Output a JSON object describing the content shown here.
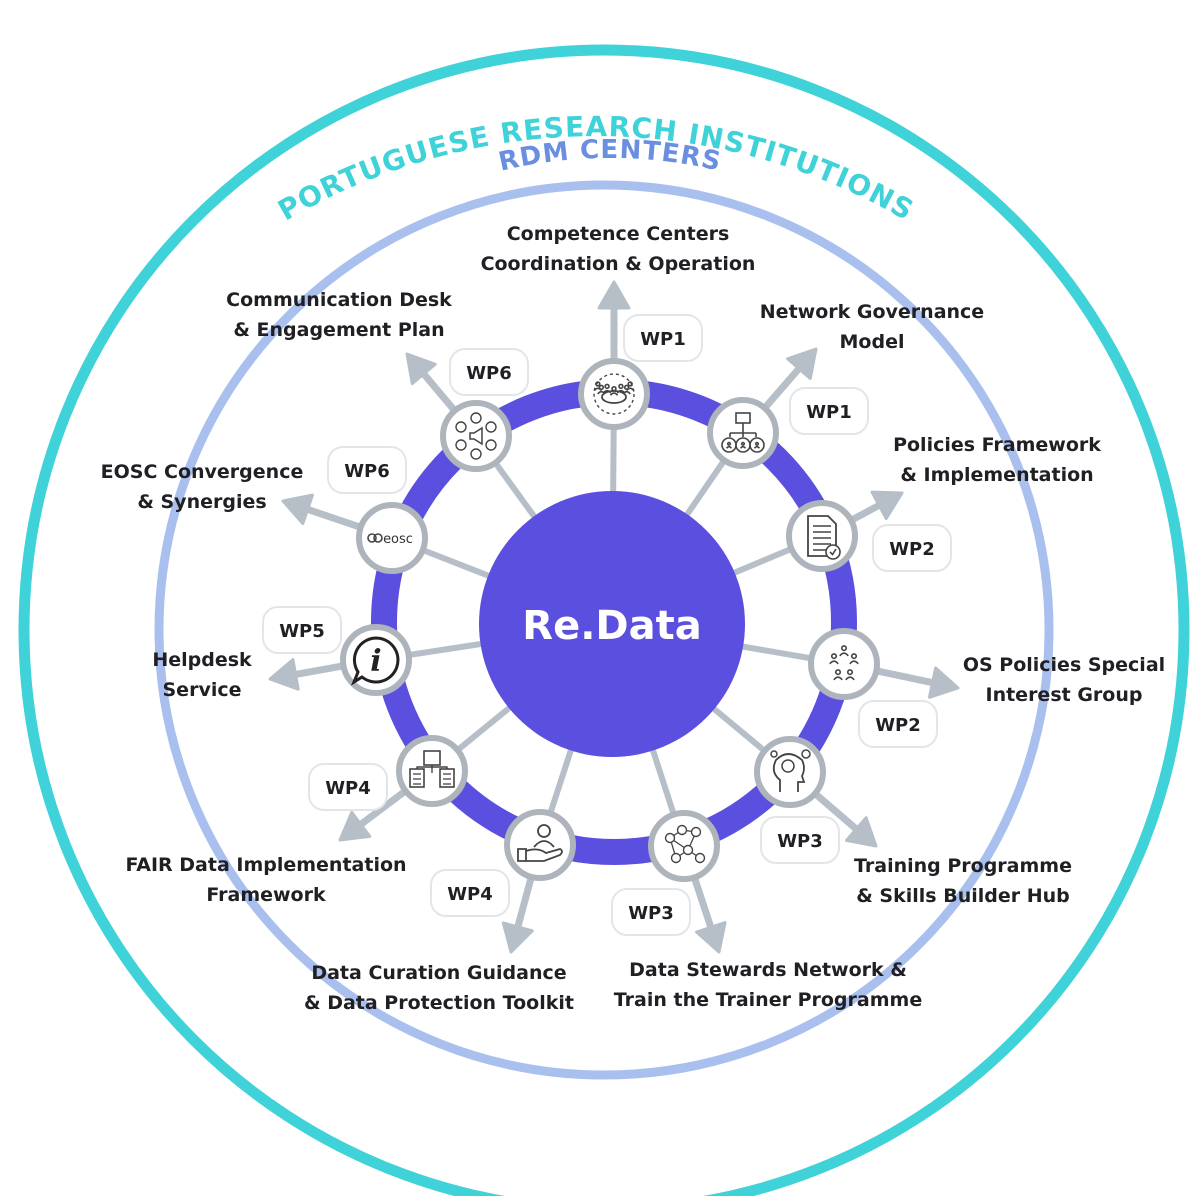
{
  "colors": {
    "outer_ring": "#3fd2d8",
    "inner_ring": "#a9c0ef",
    "network_ring": "#5b4fe0",
    "center": "#5b4fe0",
    "spoke": "#b6bec7",
    "node_border": "#aeb4bb",
    "label": "#1f1f24",
    "rdm_title": "#6a8fe0"
  },
  "outer": {
    "title": "PORTUGUESE RESEARCH INSTITUTIONS"
  },
  "inner": {
    "title": "RDM CENTERS"
  },
  "center": {
    "label": "Re.Data"
  },
  "nodes": [
    {
      "id": "n1",
      "icon": "meeting-table-icon",
      "wp": "WP1",
      "label_lines": [
        "Competence Centers",
        "Coordination & Operation"
      ]
    },
    {
      "id": "n2",
      "icon": "org-chart-icon",
      "wp": "WP1",
      "label_lines": [
        "Network Governance",
        "Model"
      ]
    },
    {
      "id": "n3",
      "icon": "policy-document-icon",
      "wp": "WP2",
      "label_lines": [
        "Policies Framework",
        "& Implementation"
      ]
    },
    {
      "id": "n4",
      "icon": "group-people-icon",
      "wp": "WP2",
      "label_lines": [
        "OS Policies Special",
        "Interest Group"
      ]
    },
    {
      "id": "n5",
      "icon": "head-ideas-icon",
      "wp": "WP3",
      "label_lines": [
        "Training Programme",
        "& Skills Builder Hub"
      ]
    },
    {
      "id": "n6",
      "icon": "network-people-icon",
      "wp": "WP3",
      "label_lines": [
        "Data Stewards Network &",
        "Train the Trainer Programme"
      ]
    },
    {
      "id": "n7",
      "icon": "hand-person-icon",
      "wp": "WP4",
      "label_lines": [
        "Data Curation Guidance",
        "& Data Protection Toolkit"
      ]
    },
    {
      "id": "n8",
      "icon": "data-checklist-icon",
      "wp": "WP4",
      "label_lines": [
        "FAIR Data Implementation",
        "Framework"
      ]
    },
    {
      "id": "n9",
      "icon": "info-bubble-icon",
      "wp": "WP5",
      "label_lines": [
        "Helpdesk",
        "Service"
      ]
    },
    {
      "id": "n10",
      "icon": "eosc-logo-icon",
      "wp": "WP6",
      "logo_text": "eosc",
      "label_lines": [
        "EOSC Convergence",
        "& Synergies"
      ]
    },
    {
      "id": "n11",
      "icon": "megaphone-network-icon",
      "wp": "WP6",
      "label_lines": [
        "Communication Desk",
        "& Engagement Plan"
      ]
    }
  ]
}
